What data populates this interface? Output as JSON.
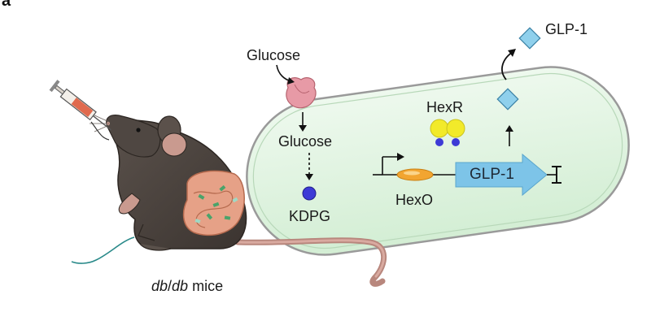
{
  "panel_letter": "a",
  "labels": {
    "glucose_outside": "Glucose",
    "glucose_inside": "Glucose",
    "kdpg": "KDPG",
    "hexr": "HexR",
    "hexo": "HexO",
    "glp1_gene": "GLP-1",
    "glp1_secreted": "GLP-1",
    "mice_italic_1": "db",
    "mice_slash": "/",
    "mice_italic_2": "db",
    "mice_suffix": " mice"
  },
  "colors": {
    "cell_fill": "#dff3df",
    "cell_stroke": "#9a9a9a",
    "kdpg_blue": "#3d3ad6",
    "hexr_yellow": "#f2ea2a",
    "hexo_orange": "#f2a531",
    "gene_arrow": "#7dc4e8",
    "glp1_diamond": "#8fd0ec",
    "transporter_pink": "#e79aa6",
    "mouse_body": "#4a423d",
    "tail": "#c99a8f"
  },
  "icons": [
    "syringe-icon",
    "mouse-illustration",
    "transporter-icon",
    "promoter-arrow-icon",
    "terminator-icon",
    "glp1-diamond-icon"
  ]
}
